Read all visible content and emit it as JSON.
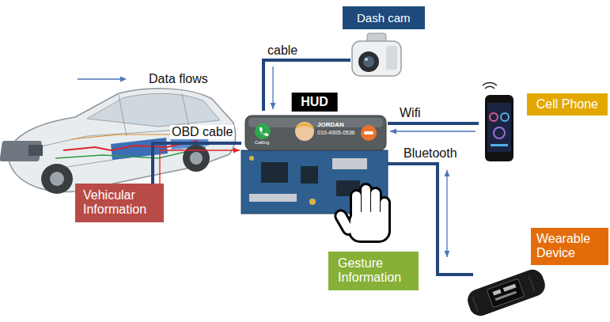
{
  "diagram": {
    "nodes": [
      {
        "text": [
          "Dash cam"
        ]
      },
      {
        "text": [
          "HUD"
        ]
      },
      {
        "text": [
          "Cell Phone"
        ]
      },
      {
        "text": [
          "Vehicular Information"
        ]
      },
      {
        "text": [
          "Gesture Information"
        ]
      },
      {
        "text": [
          "Wearable Device"
        ]
      }
    ],
    "edges": [
      {
        "from": 0,
        "to": 1,
        "label": "cable",
        "arrow": "to"
      },
      {
        "from": 3,
        "to": 1,
        "label": "OBD cable",
        "arrow": "to"
      },
      {
        "from": 2,
        "to": 1,
        "label": "Wifi",
        "arrow": "to"
      },
      {
        "from": 1,
        "to": 5,
        "label": "Bluetooth",
        "arrow": "both"
      }
    ],
    "labels": [
      "JORDAN",
      "010-4905-0536",
      "Calling"
    ],
    "legend": [
      {
        "text": "Data flows"
      }
    ]
  }
}
